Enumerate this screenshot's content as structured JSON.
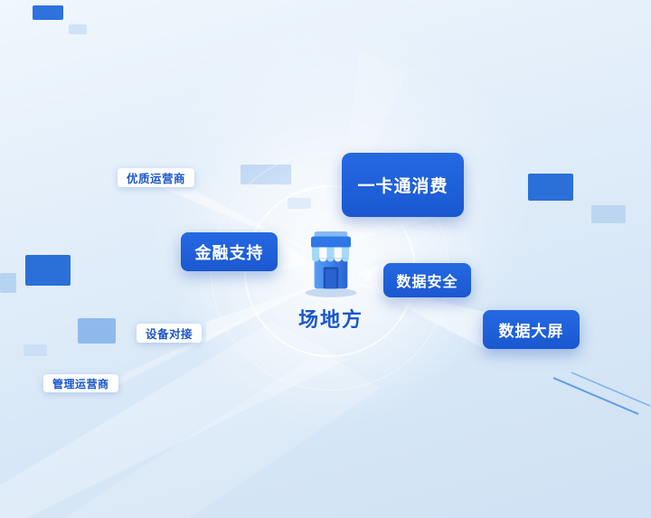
{
  "diagram": {
    "center": {
      "label": "场地方"
    },
    "nodes": [
      {
        "label": "优质运营商"
      },
      {
        "label": "一卡通消费"
      },
      {
        "label": "金融支持"
      },
      {
        "label": "数据安全"
      },
      {
        "label": "数据大屏"
      },
      {
        "label": "设备对接"
      },
      {
        "label": "管理运营商"
      }
    ]
  },
  "icons": {
    "center_icon": "storefront-icon"
  },
  "colors": {
    "primary_box_blue": "#1d5dd6",
    "pill_text_blue": "#1a56c8",
    "center_label_blue": "#1857cc",
    "decor_dark_blue": "#2b6fd9",
    "decor_light_blue": "#b7d3f2",
    "background_light": "#eef5fd",
    "background_dark": "#cfe1f3"
  }
}
